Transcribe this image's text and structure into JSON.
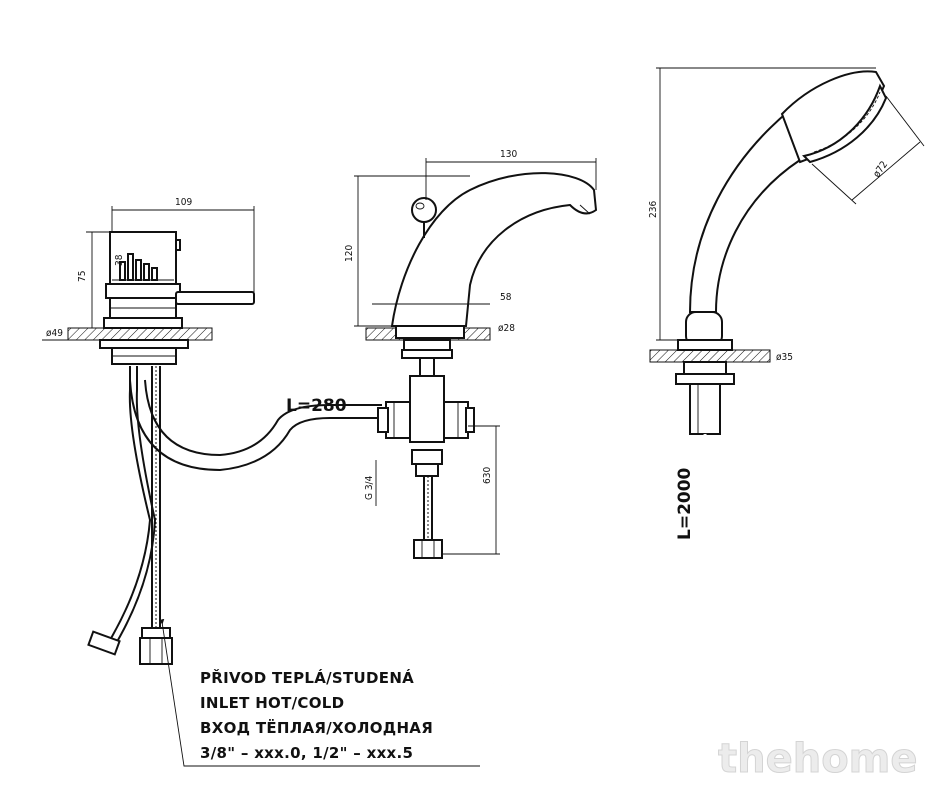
{
  "dimensions": {
    "mixer_width": "109",
    "mixer_height": "75",
    "mixer_base_dia": "ø49",
    "mixer_small": "38",
    "spout_length": "130",
    "spout_height": "120",
    "spout_reach": "58",
    "spout_base_dia": "ø28",
    "hose_length": "L=280",
    "thread": "G 3/4",
    "drop_length": "630",
    "shower_height": "236",
    "shower_head_dia": "ø72",
    "shower_base_dia": "ø35",
    "shower_hose_length": "L=2000"
  },
  "note": {
    "line1": "PŘIVOD TEPLÁ/STUDENÁ",
    "line2": "INLET HOT/COLD",
    "line3": "ВХОД ТЁПЛАЯ/ХОЛОДНАЯ",
    "line4": "3/8\"  –  xxx.0,  1/2\"  –  xxx.5"
  },
  "watermark": "thehome"
}
